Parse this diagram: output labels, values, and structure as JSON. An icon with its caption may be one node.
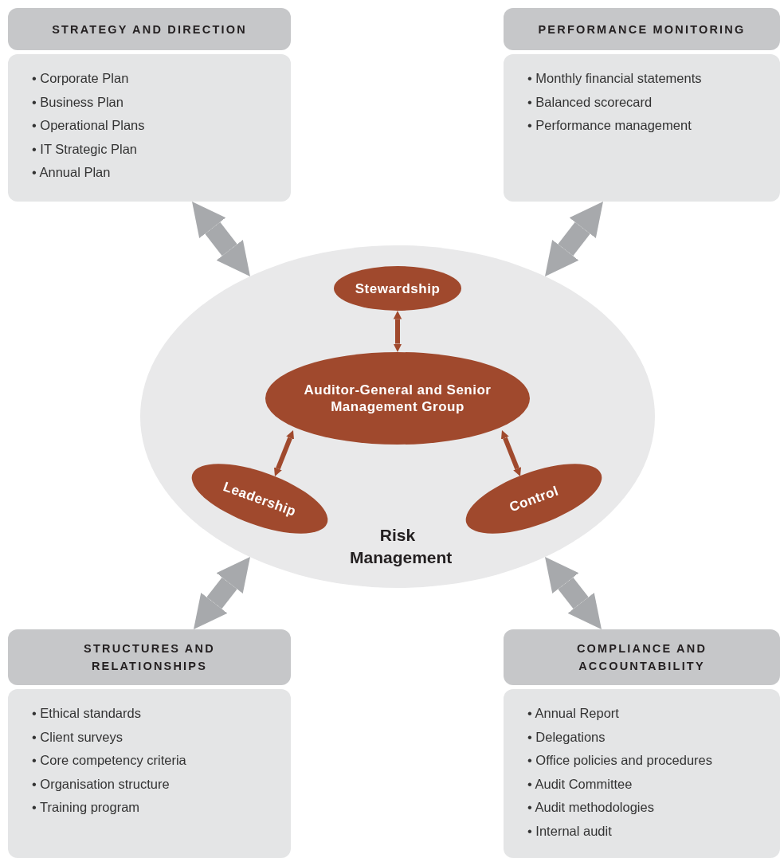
{
  "diagram": {
    "nodes": [
      {
        "text": [
          "STRATEGY AND DIRECTION",
          "• Corporate Plan",
          "• Business Plan",
          "• Operational Plans",
          "• IT Strategic Plan",
          "• Annual Plan"
        ]
      },
      {
        "text": [
          "PERFORMANCE MONITORING",
          "• Monthly financial statements",
          "• Balanced scorecard",
          "• Performance management"
        ]
      },
      {
        "text": [
          "Risk Management"
        ]
      },
      {
        "text": [
          "Stewardship"
        ],
        "in": 2
      },
      {
        "text": [
          "Auditor-General and Senior Management Group"
        ],
        "in": 2
      },
      {
        "text": [
          "Leadership"
        ],
        "in": 2
      },
      {
        "text": [
          "Control"
        ],
        "in": 2
      },
      {
        "text": [
          "STRUCTURES AND RELATIONSHIPS",
          "• Ethical standards",
          "• Client surveys",
          "• Core competency criteria",
          "• Organisation structure",
          "• Training program"
        ]
      },
      {
        "text": [
          "COMPLIANCE AND ACCOUNTABILITY",
          "• Annual Report",
          "• Delegations",
          "• Office policies and procedures",
          "• Audit Committee",
          "• Audit methodologies",
          "• Internal audit"
        ]
      }
    ],
    "edges": [
      {
        "from": 0,
        "to": 2,
        "arrow": "both"
      },
      {
        "from": 1,
        "to": 2,
        "arrow": "both"
      },
      {
        "from": 3,
        "to": 4,
        "arrow": "both",
        "color": "#a0492d"
      },
      {
        "from": 4,
        "to": 5,
        "arrow": "both",
        "color": "#a0492d"
      },
      {
        "from": 4,
        "to": 6,
        "arrow": "both",
        "color": "#a0492d"
      },
      {
        "from": 7,
        "to": 2,
        "arrow": "both"
      },
      {
        "from": 8,
        "to": 2,
        "arrow": "both"
      }
    ]
  }
}
